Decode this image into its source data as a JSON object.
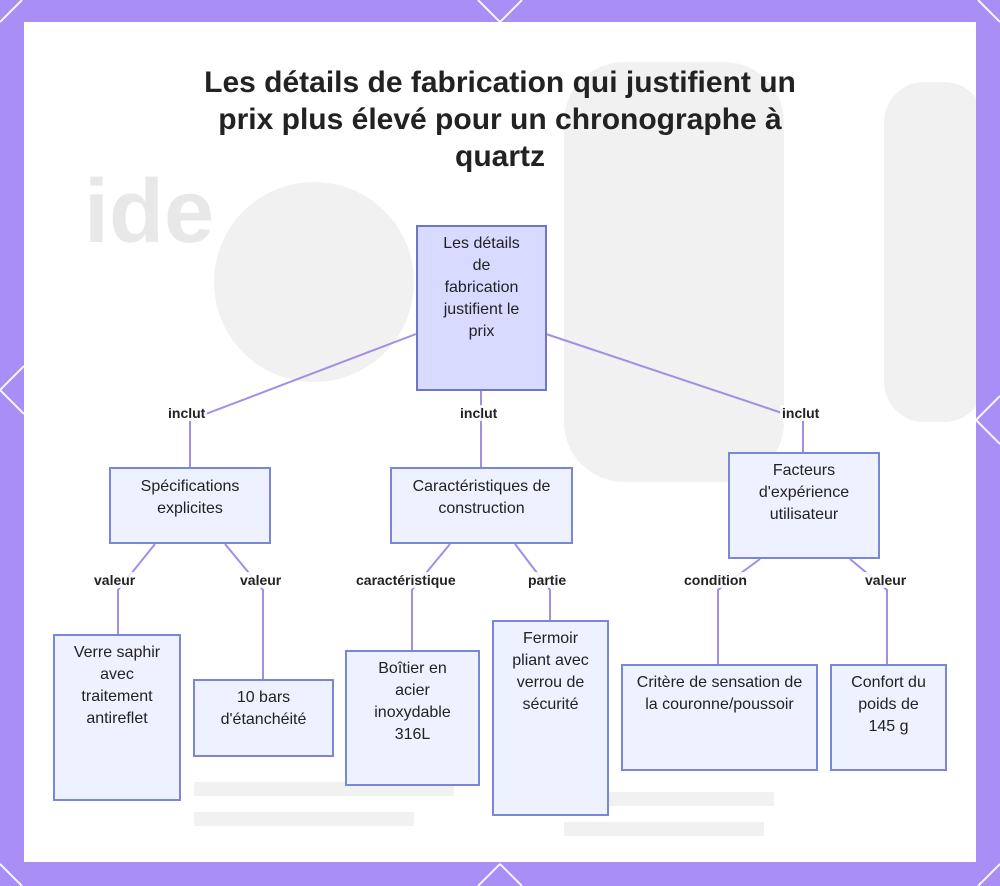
{
  "title": "Les détails de fabrication qui justifient un prix plus élevé pour un chronographe à quartz",
  "root": {
    "label": "Les détails de fabrication justifient le prix"
  },
  "level1": [
    {
      "label": "Spécifications explicites",
      "edge": "inclut"
    },
    {
      "label": "Caractéristiques de construction",
      "edge": "inclut"
    },
    {
      "label": "Facteurs d'expérience utilisateur",
      "edge": "inclut"
    }
  ],
  "level2": [
    {
      "label": "Verre saphir avec traitement antireflet",
      "edge": "valeur"
    },
    {
      "label": "10 bars d'étanchéité",
      "edge": "valeur"
    },
    {
      "label": "Boîtier en acier inoxydable 316L",
      "edge": "caractéristique"
    },
    {
      "label": "Fermoir pliant avec verrou de sécurité",
      "edge": "partie"
    },
    {
      "label": "Critère de sensation de la couronne/poussoir",
      "edge": "condition"
    },
    {
      "label": "Confort du poids de 145 g",
      "edge": "valeur"
    }
  ],
  "colors": {
    "frame": "#a88ef5",
    "node_fill": "#eef1ff",
    "root_fill": "#d8dbff",
    "node_border": "#7a86d6",
    "edge": "#a48de6"
  }
}
